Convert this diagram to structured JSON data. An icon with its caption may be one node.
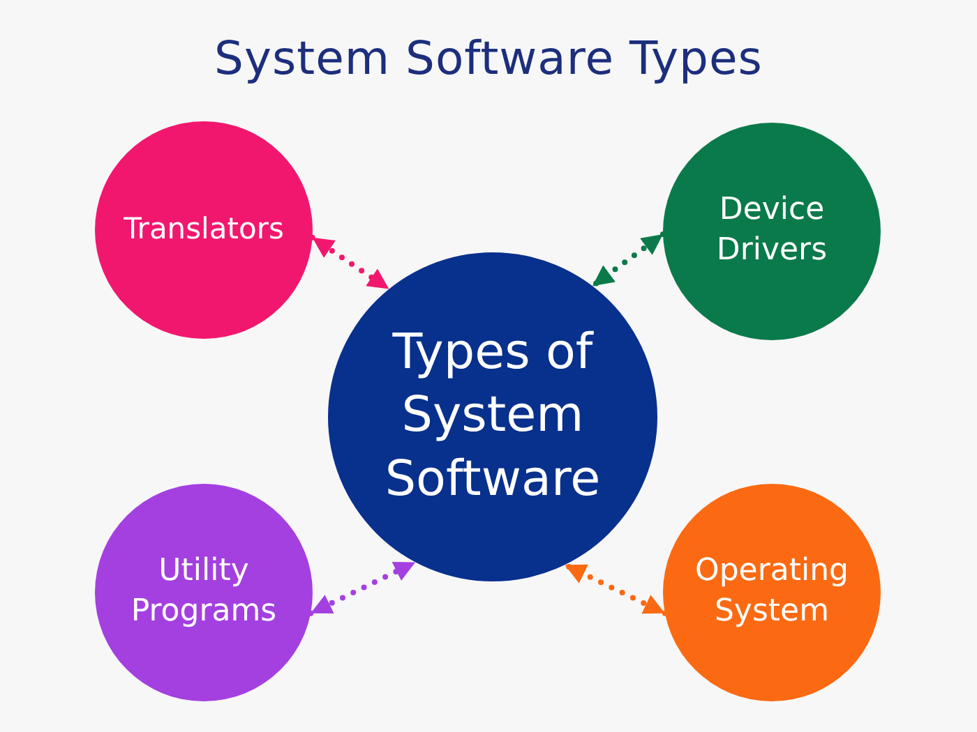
{
  "diagram": {
    "title": "System Software Types",
    "nodes": [
      {
        "text": [
          "Translators"
        ]
      },
      {
        "text": [
          "Device Drivers"
        ]
      },
      {
        "text": [
          "Types of System Software"
        ]
      },
      {
        "text": [
          "Utility Programs"
        ]
      },
      {
        "text": [
          "Operating System"
        ]
      }
    ],
    "edges": [
      {
        "from": 0,
        "to": 2,
        "arrow": "both",
        "style": "dashed",
        "color": "#f2176e"
      },
      {
        "from": 1,
        "to": 2,
        "arrow": "both",
        "style": "dashed",
        "color": "#0b7a4b"
      },
      {
        "from": 3,
        "to": 2,
        "arrow": "both",
        "style": "dashed",
        "color": "#a43fe0"
      },
      {
        "from": 4,
        "to": 2,
        "arrow": "both",
        "style": "dashed",
        "color": "#fb6a12"
      }
    ]
  }
}
